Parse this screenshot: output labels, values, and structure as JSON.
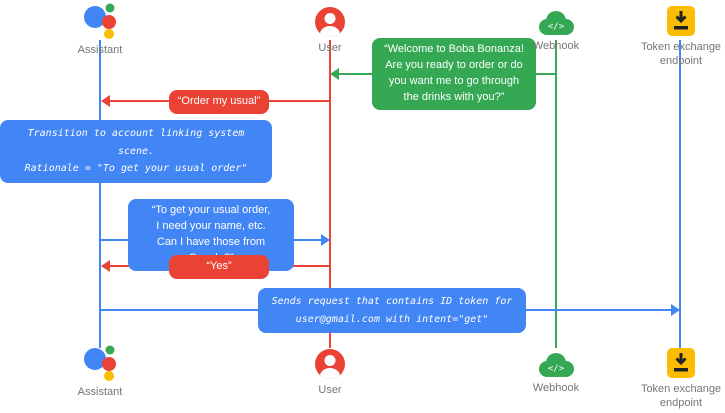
{
  "diagram": {
    "actors": {
      "assistant": {
        "label": "Assistant"
      },
      "user": {
        "label": "User"
      },
      "webhook": {
        "label": "Webhook",
        "icon_glyph": "</>"
      },
      "token": {
        "label": "Token exchange endpoint"
      }
    },
    "messages": {
      "welcome": {
        "from": "Webhook",
        "to": "User",
        "text": "“Welcome to Boba Bonanza!\nAre you ready to order or do\nyou want me to go through\nthe drinks with you?”"
      },
      "order_my_usual": {
        "from": "User",
        "to": "Assistant",
        "text": "“Order my usual”"
      },
      "transition_note": {
        "actor": "Assistant",
        "text": "Transition to account linking system scene.\nRationale = \"To get your usual order\""
      },
      "get_usual_order": {
        "from": "Assistant",
        "to": "User",
        "text": "“To get your usual order,\nI need your name, etc.\nCan I have those from Google?”"
      },
      "yes": {
        "from": "User",
        "to": "Assistant",
        "text": "“Yes”"
      },
      "sends_request": {
        "from": "Assistant",
        "to": "Token exchange endpoint",
        "text": "Sends request that contains ID token for\nuser@gmail.com with intent=\"get\""
      }
    },
    "colors": {
      "blue": "#4285F4",
      "red": "#EA4335",
      "green": "#34A853",
      "yellow": "#FBBC04"
    }
  }
}
